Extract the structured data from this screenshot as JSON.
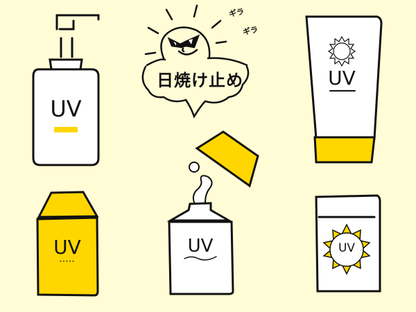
{
  "illustration": {
    "title": "日焼け止め",
    "sound_effects": [
      "ギラ",
      "ギラ"
    ],
    "colors": {
      "background": "#fffcd6",
      "accent_yellow": "#ffd600",
      "outline": "#111111",
      "product_body": "#ffffff"
    },
    "products": [
      {
        "name": "pump-bottle",
        "label": "UV"
      },
      {
        "name": "tube",
        "label": "UV"
      },
      {
        "name": "yellow-box",
        "label": "UV",
        "sublabel": "•••••"
      },
      {
        "name": "open-bottle",
        "label": "UV"
      },
      {
        "name": "box-with-sun",
        "label": "UV"
      }
    ]
  }
}
